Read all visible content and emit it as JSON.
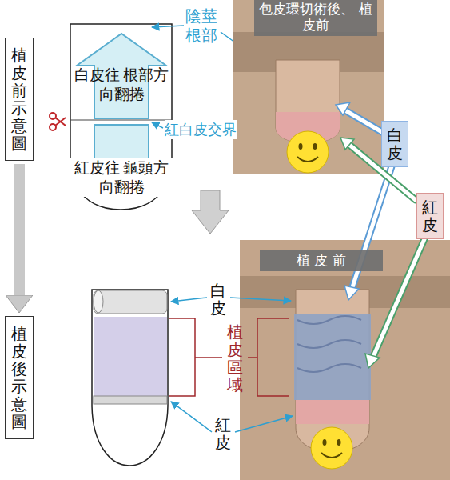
{
  "diagram": {
    "nodes": [
      {
        "text": [
          "植皮前示意圖"
        ]
      },
      {
        "text": [
          "植皮後示意圖"
        ]
      },
      {
        "text": [
          "包皮環切術後、 植皮前"
        ]
      },
      {
        "text": [
          "白皮"
        ]
      },
      {
        "text": [
          "紅皮"
        ]
      },
      {
        "text": [
          "植 皮 前"
        ]
      }
    ],
    "edges": [
      {
        "from": 0,
        "to": 1,
        "arrow": "to"
      }
    ],
    "labels": [
      "陰莖 根部",
      "白皮往 根部方向翻捲",
      "紅皮往 龜頭方向翻捲",
      "紅白皮交界",
      "白皮",
      "植皮區域",
      "紅皮"
    ]
  }
}
